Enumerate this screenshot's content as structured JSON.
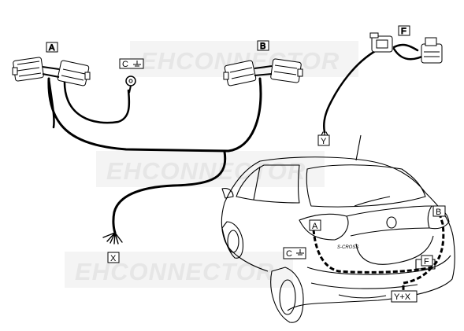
{
  "watermark": {
    "text": "EHCONNECTOR"
  },
  "labels": {
    "a": "A",
    "b": "B",
    "c": "C",
    "f": "F",
    "y": "Y",
    "x": "X",
    "car_a": "A",
    "car_b": "B",
    "car_c": "C",
    "car_f": "F",
    "car_yx": "Y+X"
  },
  "icons": {
    "ground": "ground-icon",
    "connector": "connector-icon",
    "ring": "ring-terminal-icon"
  },
  "colors": {
    "line": "#000000",
    "watermark": "#e6e6e6",
    "background": "#ffffff"
  }
}
